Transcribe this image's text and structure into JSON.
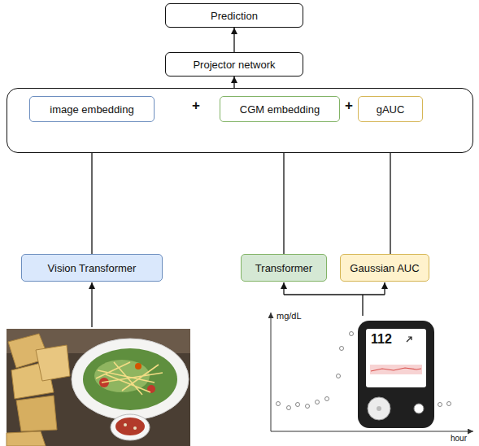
{
  "diagram": {
    "nodes": [
      {
        "text": [
          "Prediction"
        ]
      },
      {
        "text": [
          "Projector network"
        ]
      },
      {
        "text": [
          "+",
          "+"
        ]
      },
      {
        "text": [
          "image embedding"
        ],
        "in": 2
      },
      {
        "text": [
          "CGM embedding"
        ],
        "in": 2
      },
      {
        "text": [
          "gAUC"
        ],
        "in": 2
      },
      {
        "text": [
          "Vision Transformer"
        ]
      },
      {
        "text": [
          "Transformer"
        ]
      },
      {
        "text": [
          "Gaussian AUC"
        ]
      }
    ],
    "edges": [
      {
        "from": 1,
        "to": 0,
        "arrow": "to"
      },
      {
        "from": 2,
        "to": 1,
        "arrow": "to"
      },
      {
        "from": 6,
        "to": 3,
        "arrow": "to"
      },
      {
        "from": 7,
        "to": 4,
        "arrow": "to"
      },
      {
        "from": 8,
        "to": 5,
        "arrow": "to"
      }
    ],
    "labels": [
      "mg/dL",
      "hour",
      "112"
    ]
  }
}
